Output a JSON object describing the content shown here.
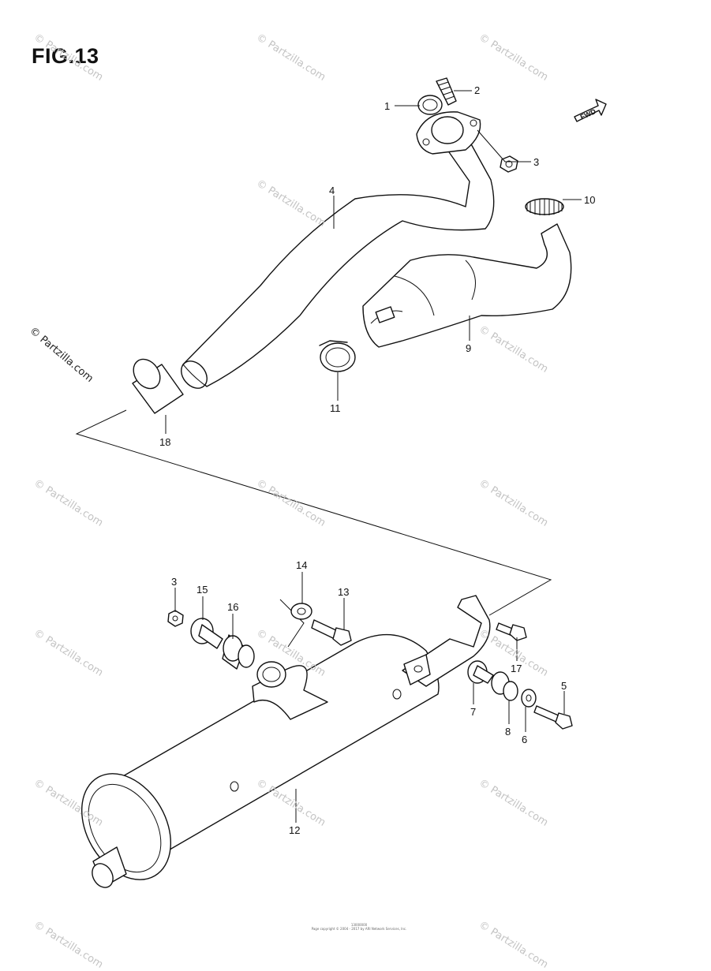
{
  "figure": {
    "title": "FIG.13",
    "fwd_label": "FWD"
  },
  "watermark": {
    "text": "© Partzilla.com",
    "main_text": "© Partzilla.com"
  },
  "callouts": [
    {
      "id": "1",
      "label": "1"
    },
    {
      "id": "2",
      "label": "2"
    },
    {
      "id": "3a",
      "label": "3"
    },
    {
      "id": "4",
      "label": "4"
    },
    {
      "id": "9",
      "label": "9"
    },
    {
      "id": "10",
      "label": "10"
    },
    {
      "id": "11",
      "label": "11"
    },
    {
      "id": "18",
      "label": "18"
    },
    {
      "id": "3b",
      "label": "3"
    },
    {
      "id": "15",
      "label": "15"
    },
    {
      "id": "16",
      "label": "16"
    },
    {
      "id": "14",
      "label": "14"
    },
    {
      "id": "13",
      "label": "13"
    },
    {
      "id": "17",
      "label": "17"
    },
    {
      "id": "5",
      "label": "5"
    },
    {
      "id": "7",
      "label": "7"
    },
    {
      "id": "8",
      "label": "8"
    },
    {
      "id": "6",
      "label": "6"
    },
    {
      "id": "12",
      "label": "12"
    }
  ],
  "footer": {
    "line1": "13000000",
    "line2": "Page copyright © 2004 - 2017 by ARI Network Services, Inc."
  }
}
